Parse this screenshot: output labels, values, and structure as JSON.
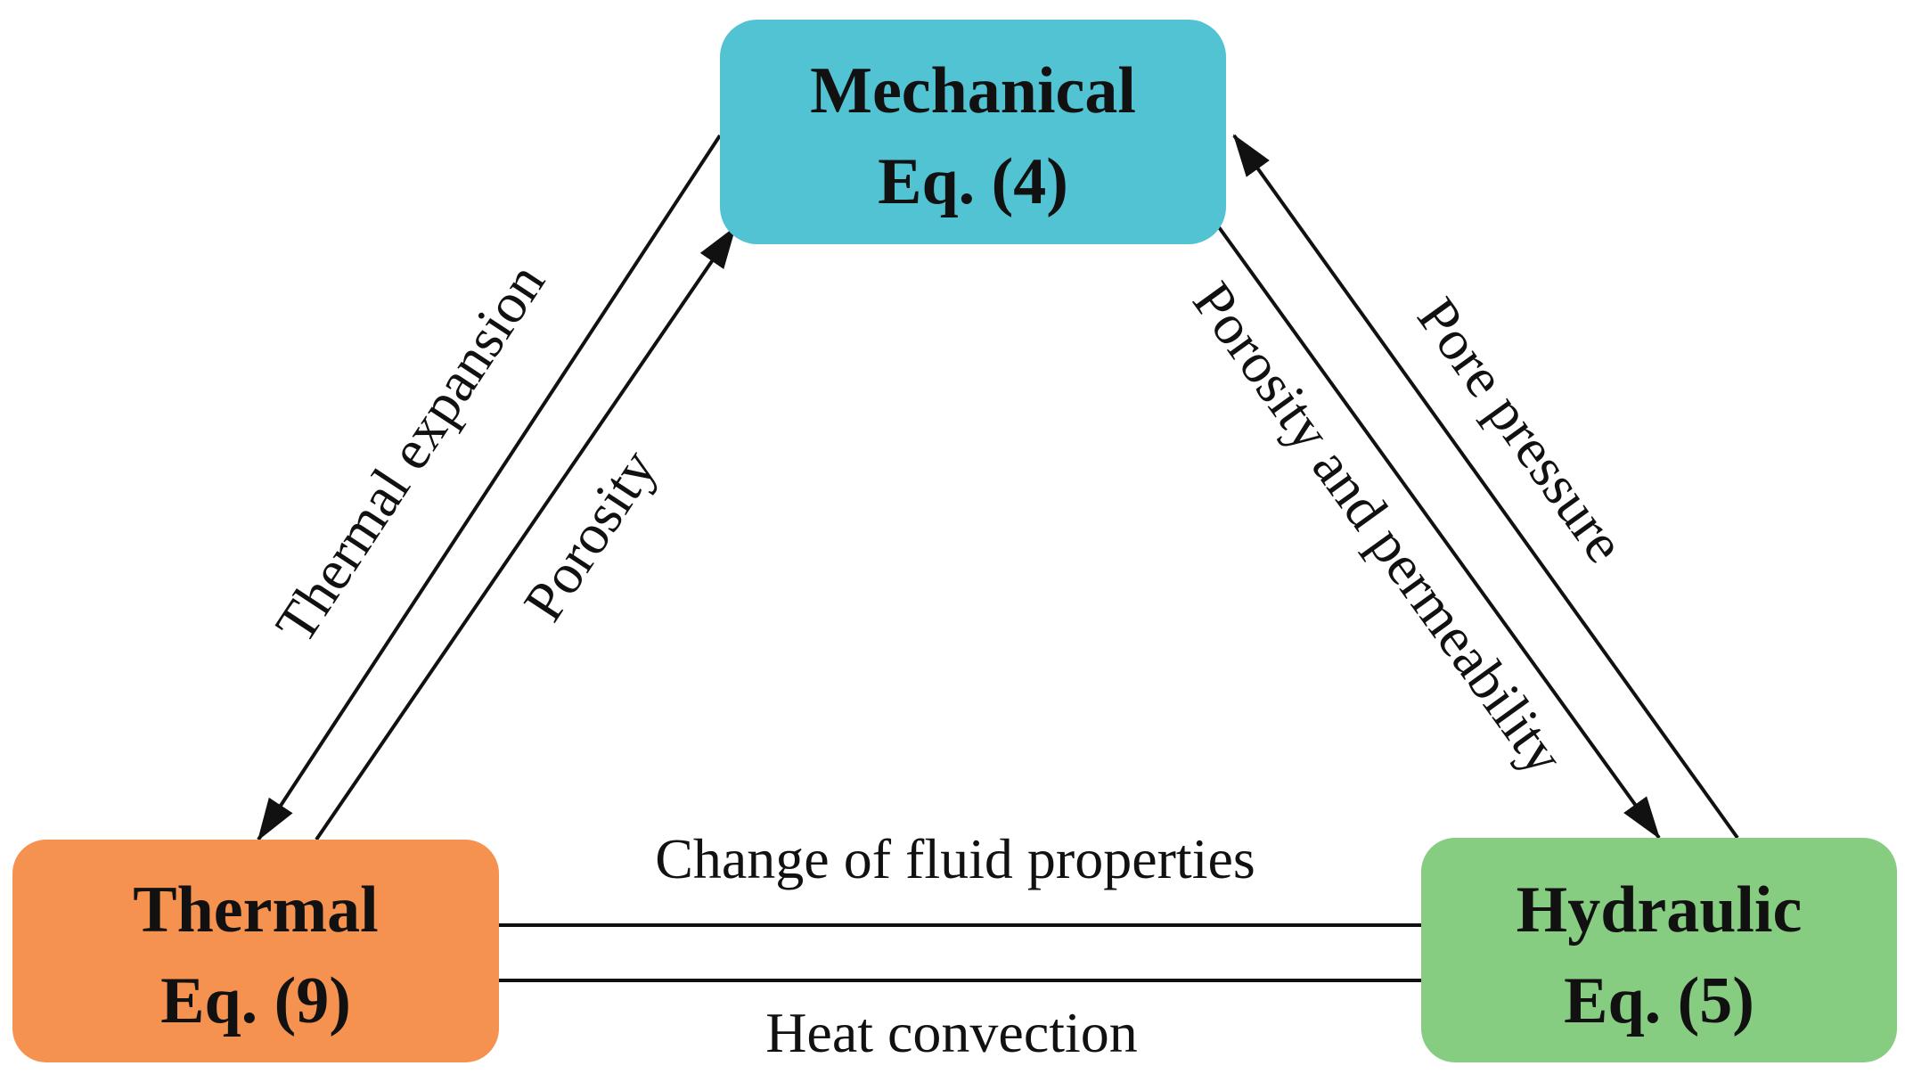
{
  "nodes": {
    "mechanical": {
      "title": "Mechanical",
      "equation": "Eq. (4)",
      "color": "#52c3d3"
    },
    "thermal": {
      "title": "Thermal",
      "equation": "Eq. (9)",
      "color": "#f6924f"
    },
    "hydraulic": {
      "title": "Hydraulic",
      "equation": "Eq. (5)",
      "color": "#86cd82"
    }
  },
  "edges": {
    "mechanical_to_thermal": "Thermal expansion",
    "thermal_to_mechanical": "Porosity",
    "mechanical_to_hydraulic": "Porosity and permeability",
    "hydraulic_to_mechanical": "Pore pressure",
    "hydraulic_to_thermal": "Change of fluid properties",
    "thermal_to_hydraulic": "Heat convection"
  }
}
